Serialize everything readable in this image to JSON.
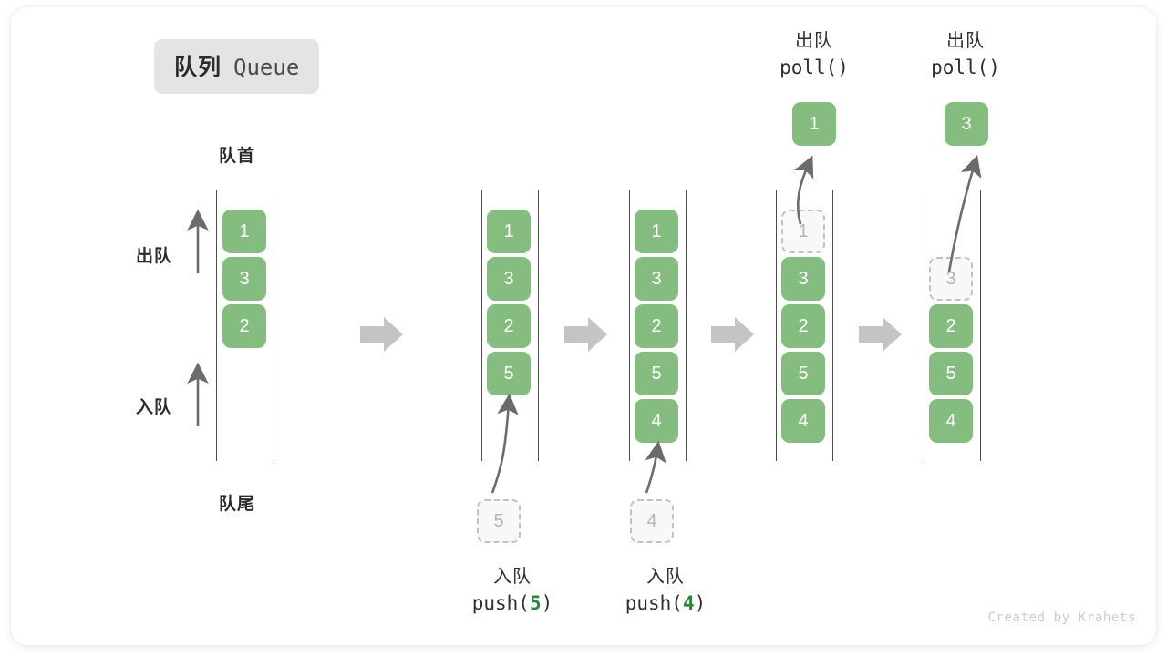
{
  "title": {
    "cn": "队列",
    "en": "Queue"
  },
  "labels": {
    "front": "队首",
    "rear": "队尾",
    "dequeue": "出队",
    "enqueue": "入队"
  },
  "credit": "Created by Krahets",
  "colors": {
    "item_green": "#85bd81",
    "ghost_fill": "#f8f8f8",
    "ghost_border": "#c2c2c2",
    "arrow_gray": "#6b6b6b",
    "block_arrow_gray": "#c4c4c4",
    "rail_gray": "#4d4d4d",
    "badge_bg": "#e4e4e4",
    "code_accent_green": "#2e8540"
  },
  "chart_data": {
    "type": "diagram",
    "title": "队列 Queue",
    "description": "Queue operations: push(5), push(4), poll(), poll() — items enter at the rear (bottom) and leave from the front (top).",
    "frames": [
      {
        "id": "frame-initial",
        "items": [
          "1",
          "3",
          "2"
        ],
        "ghost": null,
        "popped": null,
        "operation": null
      },
      {
        "id": "frame-push-5",
        "items": [
          "1",
          "3",
          "2",
          "5"
        ],
        "ghost": {
          "value": "5",
          "position": "below-rear"
        },
        "popped": null,
        "operation": {
          "cn": "入队",
          "code_prefix": "push(",
          "code_value": "5",
          "code_suffix": ")"
        }
      },
      {
        "id": "frame-push-4",
        "items": [
          "1",
          "3",
          "2",
          "5",
          "4"
        ],
        "ghost": {
          "value": "4",
          "position": "below-rear"
        },
        "popped": null,
        "operation": {
          "cn": "入队",
          "code_prefix": "push(",
          "code_value": "4",
          "code_suffix": ")"
        }
      },
      {
        "id": "frame-poll-1",
        "items": [
          "1",
          "3",
          "2",
          "5",
          "4"
        ],
        "ghost": {
          "value": "1",
          "position": "slot-0"
        },
        "popped": "1",
        "operation": {
          "cn": "出队",
          "code_prefix": "poll(",
          "code_value": "",
          "code_suffix": ")"
        }
      },
      {
        "id": "frame-poll-3",
        "items": [
          "3",
          "2",
          "5",
          "4"
        ],
        "ghost": {
          "value": "3",
          "position": "slot-1"
        },
        "popped": "3",
        "operation": {
          "cn": "出队",
          "code_prefix": "poll(",
          "code_value": "",
          "code_suffix": ")"
        }
      }
    ]
  }
}
